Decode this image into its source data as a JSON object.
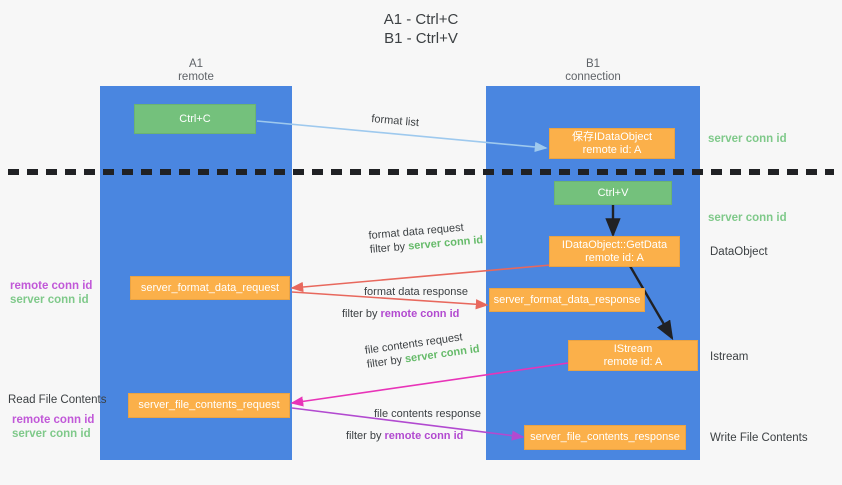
{
  "title": {
    "line1": "A1 - Ctrl+C",
    "line2": "B1 - Ctrl+V"
  },
  "columns": [
    {
      "name": "A1",
      "role": "remote"
    },
    {
      "name": "B1",
      "role": "connection"
    }
  ],
  "colors": {
    "lane": "#4a86e0",
    "green_box": "#74c17c",
    "orange_box": "#fbb04a",
    "server_conn_id": "#66bb6a",
    "remote_conn_id": "#b24ad0",
    "arrow_blue": "#9ec9ee",
    "arrow_red": "#e8685d",
    "arrow_black": "#202124",
    "arrow_magenta": "#e834b8",
    "arrow_purple": "#b24ad0",
    "divider": "#202124"
  },
  "nodes": {
    "ctrl_c": {
      "label": "Ctrl+C"
    },
    "data_object_top": {
      "line1": "保存IDataObject",
      "line2": "remote id: A"
    },
    "ctrl_v": {
      "label": "Ctrl+V"
    },
    "get_data": {
      "line1": "IDataObject::GetData",
      "line2": "remote id: A"
    },
    "server_format_data_request": {
      "label": "server_format_data_request"
    },
    "server_format_data_response": {
      "label": "server_format_data_response"
    },
    "istream": {
      "line1": "IStream",
      "line2": "remote id: A"
    },
    "server_file_contents_request": {
      "label": "server_file_contents_request"
    },
    "server_file_contents_response": {
      "label": "server_file_contents_response"
    }
  },
  "edges": {
    "format_list": {
      "label": "format list"
    },
    "format_data_request": {
      "line1": "format data request",
      "filter_prefix": "filter by ",
      "filter_value": "server conn id"
    },
    "format_data_response": {
      "line1": "format data response",
      "filter_prefix": "filter by ",
      "filter_value": "remote conn id"
    },
    "file_contents_request": {
      "line1": "file contents request",
      "filter_prefix": "filter by ",
      "filter_value": "server conn id"
    },
    "file_contents_response": {
      "line1": "file contents response",
      "filter_prefix": "filter by ",
      "filter_value": "remote conn id"
    }
  },
  "right_notes": {
    "server_conn_id_top": "server conn id",
    "server_conn_id_mid": "server conn id",
    "data_object": "DataObject",
    "istream": "Istream",
    "write_file_contents": "Write File Contents"
  },
  "left_notes": {
    "ids_upper": {
      "remote": "remote conn id",
      "server": "server conn id"
    },
    "read_file_contents": "Read File Contents",
    "ids_lower": {
      "remote": "remote conn id",
      "server": "server conn id"
    }
  }
}
